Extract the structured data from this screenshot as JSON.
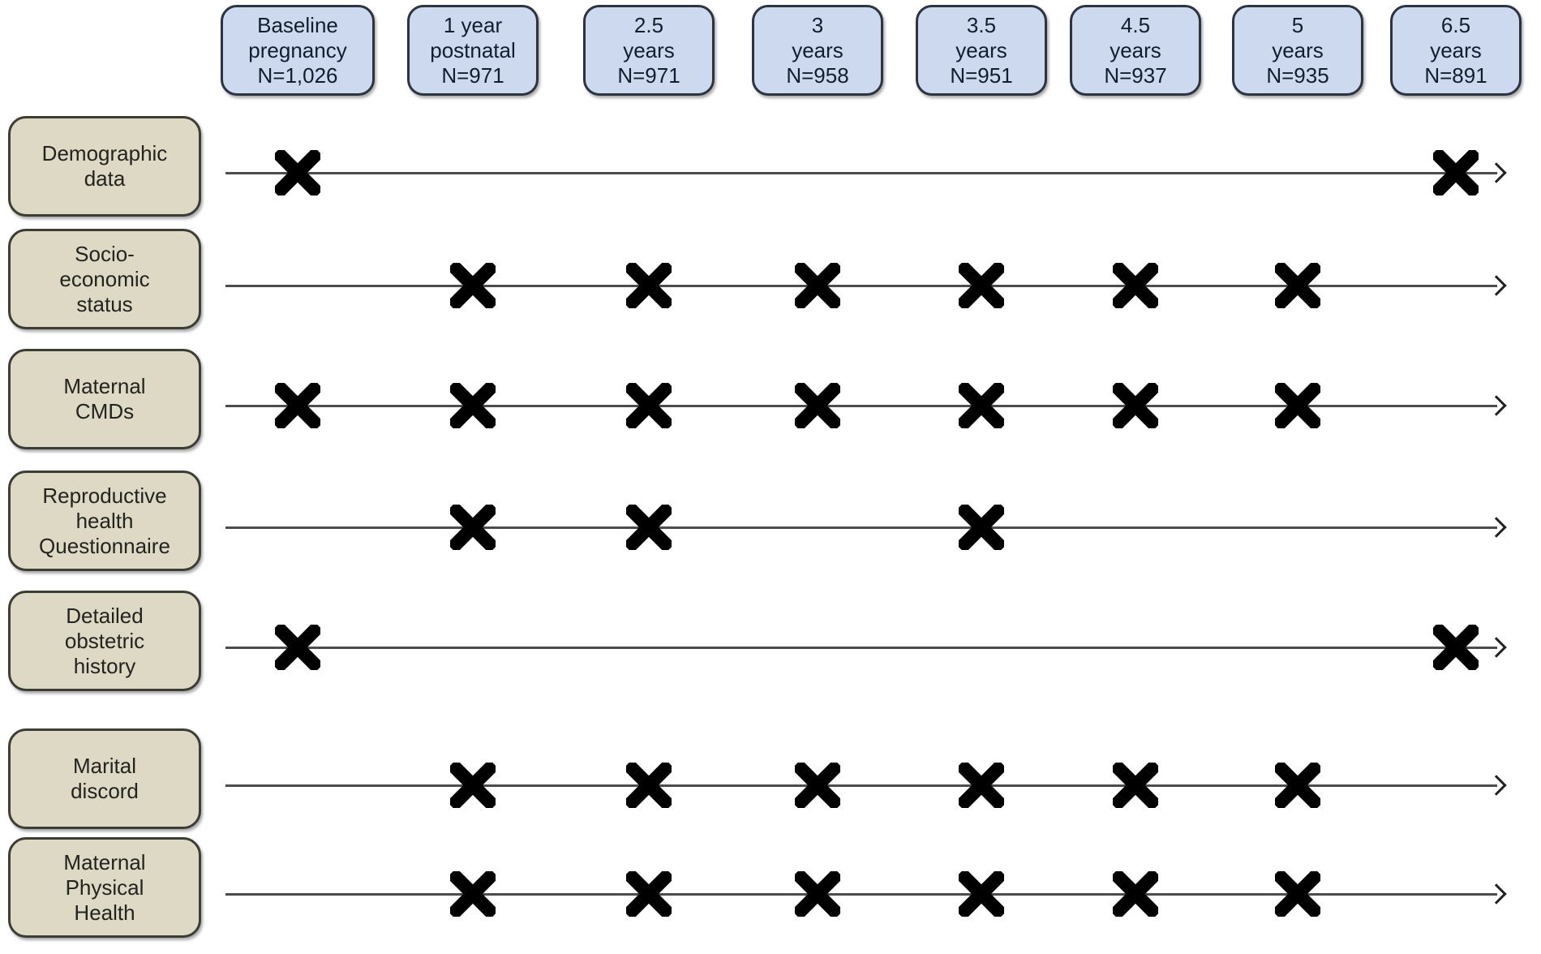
{
  "figure": {
    "timepoints": [
      {
        "label": [
          "Baseline",
          "pregnancy"
        ],
        "n": "N=1,026"
      },
      {
        "label": [
          "1 year",
          "postnatal"
        ],
        "n": "N=971"
      },
      {
        "label": [
          "2.5",
          "years"
        ],
        "n": "N=971"
      },
      {
        "label": [
          "3",
          "years"
        ],
        "n": "N=958"
      },
      {
        "label": [
          "3.5",
          "years"
        ],
        "n": "N=951"
      },
      {
        "label": [
          "4.5",
          "years"
        ],
        "n": "N=937"
      },
      {
        "label": [
          "5",
          "years"
        ],
        "n": "N=935"
      },
      {
        "label": [
          "6.5",
          "years"
        ],
        "n": "N=891"
      }
    ],
    "measures": [
      {
        "id": "demographic-data",
        "label": [
          "Demographic",
          "data"
        ],
        "marks": [
          1,
          0,
          0,
          0,
          0,
          0,
          0,
          1
        ]
      },
      {
        "id": "socio-economic-status",
        "label": [
          "Socio-",
          "economic",
          "status"
        ],
        "marks": [
          0,
          1,
          1,
          1,
          1,
          1,
          1,
          0
        ]
      },
      {
        "id": "maternal-cmds",
        "label": [
          "Maternal",
          "CMDs"
        ],
        "marks": [
          1,
          1,
          1,
          1,
          1,
          1,
          1,
          0
        ]
      },
      {
        "id": "reproductive-health-questionnaire",
        "label": [
          "Reproductive",
          "health",
          "Questionnaire"
        ],
        "marks": [
          0,
          1,
          1,
          0,
          1,
          0,
          0,
          0
        ]
      },
      {
        "id": "detailed-obstetric-history",
        "label": [
          "Detailed",
          "obstetric",
          "history"
        ],
        "marks": [
          1,
          0,
          0,
          0,
          0,
          0,
          0,
          1
        ]
      },
      {
        "id": "marital-discord",
        "label": [
          "Marital",
          "discord"
        ],
        "marks": [
          0,
          1,
          1,
          1,
          1,
          1,
          1,
          0
        ]
      },
      {
        "id": "maternal-physical-health",
        "label": [
          "Maternal",
          "Physical",
          "Health"
        ],
        "marks": [
          0,
          1,
          1,
          1,
          1,
          1,
          1,
          0
        ]
      }
    ],
    "icons": {
      "x_mark": "x-mark-icon",
      "arrow": "arrow-head-icon"
    },
    "colors": {
      "timepoint_fill": "#ccd9ef",
      "timepoint_border": "#2c3440",
      "timepoint_text": "#121d2e",
      "measure_fill": "#ddd9c4",
      "measure_border": "#3d3d36",
      "measure_text": "#23231f",
      "timeline": "#4c4c4c",
      "x_mark": "#000000",
      "background": "#ffffff"
    }
  }
}
